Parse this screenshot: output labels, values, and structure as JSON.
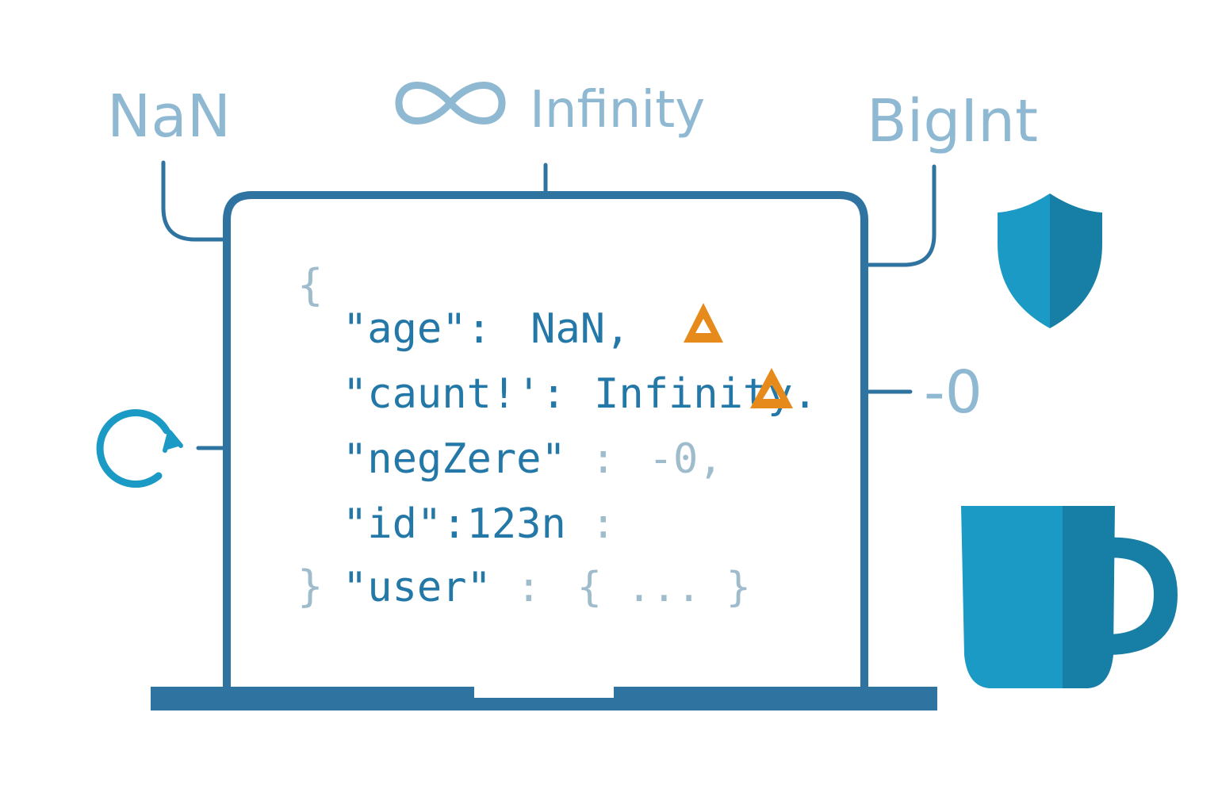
{
  "labels": {
    "nan": "NaN",
    "infinity": "Infinity",
    "bigint": "BigInt",
    "neg_zero": "-0"
  },
  "code": {
    "open_brace": "{",
    "close_brace": "}",
    "line1": {
      "key": "\"age\":",
      "value": "NaN,"
    },
    "line2": {
      "key": "\"caunt!':",
      "value": "Infinity."
    },
    "line3": {
      "key": "\"negZere\"",
      "colon": ":",
      "value": "-0,"
    },
    "line4": {
      "key": "\"id\":123n",
      "suffix": ":"
    },
    "line5": {
      "key": "\"user\"",
      "colon": ":",
      "value": "{ ... }"
    }
  },
  "icons": {
    "warning_1": "warning-triangle",
    "warning_2": "warning-triangle",
    "refresh": "refresh-icon",
    "shield": "shield-icon",
    "mug": "mug-icon",
    "infinity": "infinity-icon"
  },
  "colors": {
    "frame": "#2f73a1",
    "accent": "#1a9ac4",
    "accent_dark": "#177fa5",
    "warning": "#e68a1c",
    "label_light": "#8fb9d2",
    "code": "#2478a7",
    "code_faint": "#9fbccc"
  }
}
